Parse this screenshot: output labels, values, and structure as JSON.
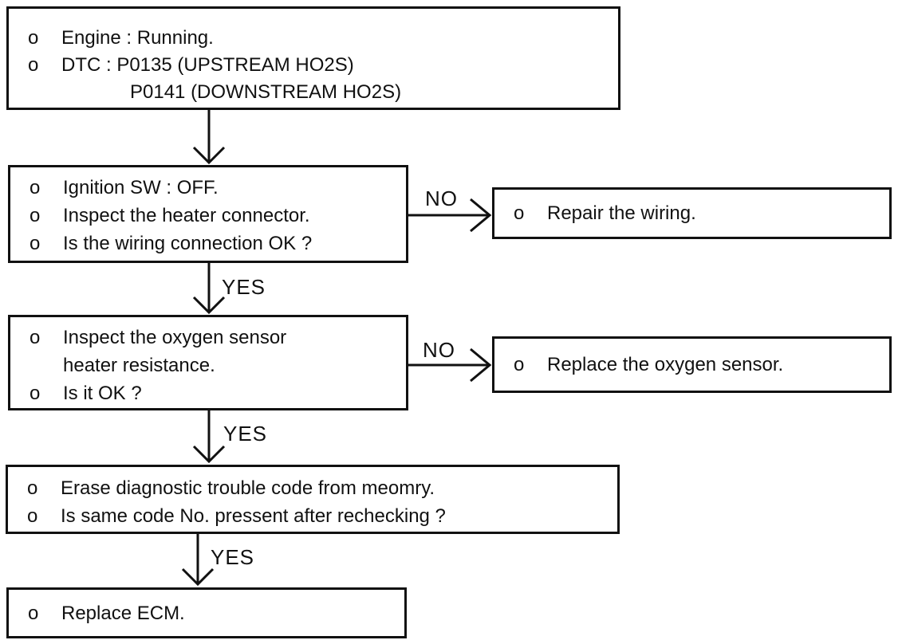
{
  "page": {
    "background": "#ffffff",
    "ink": "#111111"
  },
  "labels": {
    "no1": "NO",
    "no2": "NO",
    "yes1": "YES",
    "yes2": "YES",
    "yes3": "YES"
  },
  "boxes": {
    "start": {
      "lines": [
        {
          "bullet": "o",
          "text": "Engine : Running."
        },
        {
          "bullet": "o",
          "text": "DTC : P0135 (UPSTREAM HO2S)"
        },
        {
          "bullet": "",
          "text": "P0141 (DOWNSTREAM HO2S)"
        }
      ]
    },
    "check_wiring": {
      "lines": [
        {
          "bullet": "o",
          "text": "Ignition SW : OFF."
        },
        {
          "bullet": "o",
          "text": "Inspect the heater connector."
        },
        {
          "bullet": "o",
          "text": "Is the wiring connection OK ?"
        }
      ]
    },
    "repair_wiring": {
      "lines": [
        {
          "bullet": "o",
          "text": "Repair the wiring."
        }
      ]
    },
    "check_sensor": {
      "lines": [
        {
          "bullet": "o",
          "text": "Inspect the oxygen sensor"
        },
        {
          "bullet": "",
          "text": "heater resistance."
        },
        {
          "bullet": "o",
          "text": "Is it OK ?"
        }
      ]
    },
    "replace_sensor": {
      "lines": [
        {
          "bullet": "o",
          "text": "Replace the oxygen sensor."
        }
      ]
    },
    "erase_code": {
      "lines": [
        {
          "bullet": "o",
          "text": "Erase diagnostic trouble code from meomry."
        },
        {
          "bullet": "o",
          "text": "Is same code No. pressent after rechecking ?"
        }
      ]
    },
    "replace_ecm": {
      "lines": [
        {
          "bullet": "o",
          "text": "Replace ECM."
        }
      ]
    }
  }
}
